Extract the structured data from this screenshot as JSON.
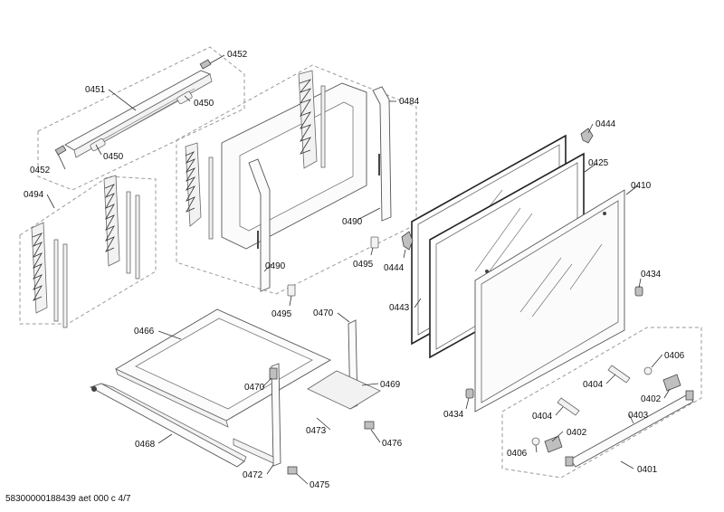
{
  "callouts": {
    "c0451": "0451",
    "c0452a": "0452",
    "c0452b": "0452",
    "c0450a": "0450",
    "c0450b": "0450",
    "c0484": "0484",
    "c0494": "0494",
    "c0490a": "0490",
    "c0490b": "0490",
    "c0495a": "0495",
    "c0495b": "0495",
    "c0444a": "0444",
    "c0444b": "0444",
    "c0425": "0425",
    "c0410": "0410",
    "c0443": "0443",
    "c0434a": "0434",
    "c0434b": "0434",
    "c0466": "0466",
    "c0470a": "0470",
    "c0470b": "0470",
    "c0469": "0469",
    "c0468": "0468",
    "c0473": "0473",
    "c0476": "0476",
    "c0472": "0472",
    "c0475": "0475",
    "c0406a": "0406",
    "c0406b": "0406",
    "c0404a": "0404",
    "c0404b": "0404",
    "c0402a": "0402",
    "c0402b": "0402",
    "c0403": "0403",
    "c0401": "0401"
  },
  "footer": {
    "document_id": "58300000188439 aet 000 c 4/7"
  }
}
